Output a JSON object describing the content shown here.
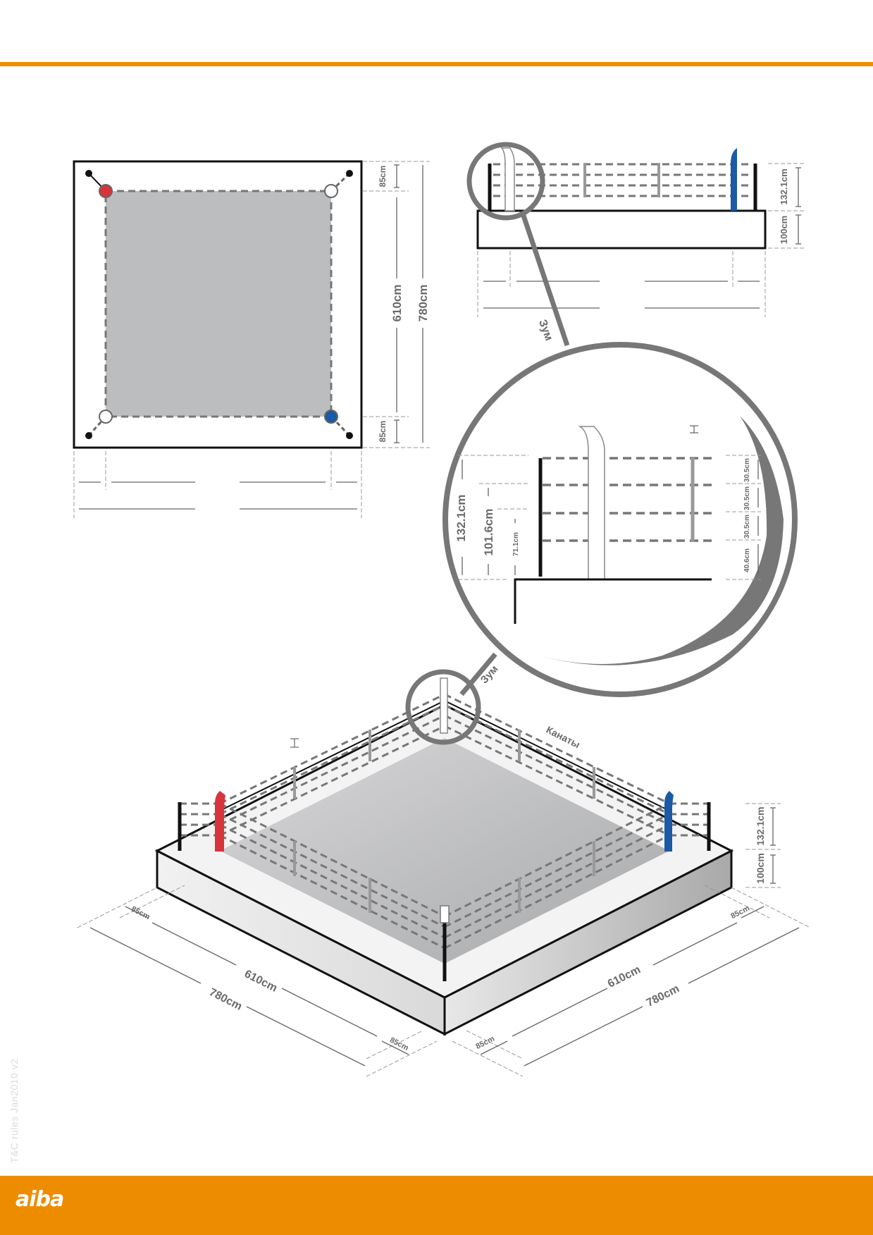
{
  "top_view": {
    "ring_width": "610cm",
    "platform_width": "780cm",
    "apron_top": "85cm",
    "apron_bottom": "85cm"
  },
  "side_view": {
    "post_height": "132.1cm",
    "platform_height": "100cm"
  },
  "zoom": {
    "label_top": "Зум",
    "label_bottom": "Зум",
    "rope_top": "132.1cm",
    "rope_mid": "101.6cm",
    "rope_low": "71.1cm",
    "gap_1": "30.5cm",
    "gap_2": "30.5cm",
    "gap_3": "30.5cm",
    "gap_floor": "40.6cm"
  },
  "iso_view": {
    "ropes_label": "Канаты",
    "post_height": "132.1cm",
    "platform_height": "100cm",
    "left_ring": "610cm",
    "left_platform": "780cm",
    "left_apron_a": "85cm",
    "left_apron_b": "85cm",
    "right_ring": "610cm",
    "right_platform": "780cm",
    "right_apron_a": "85cm",
    "right_apron_b": "85cm"
  },
  "footer": {
    "version": "T&C rules Jan2010 v2",
    "logo": "aiba"
  },
  "colors": {
    "accent": "#ee8c00",
    "red_corner": "#d9333b",
    "blue_corner": "#1a5aa6",
    "line_gray": "#777777"
  }
}
